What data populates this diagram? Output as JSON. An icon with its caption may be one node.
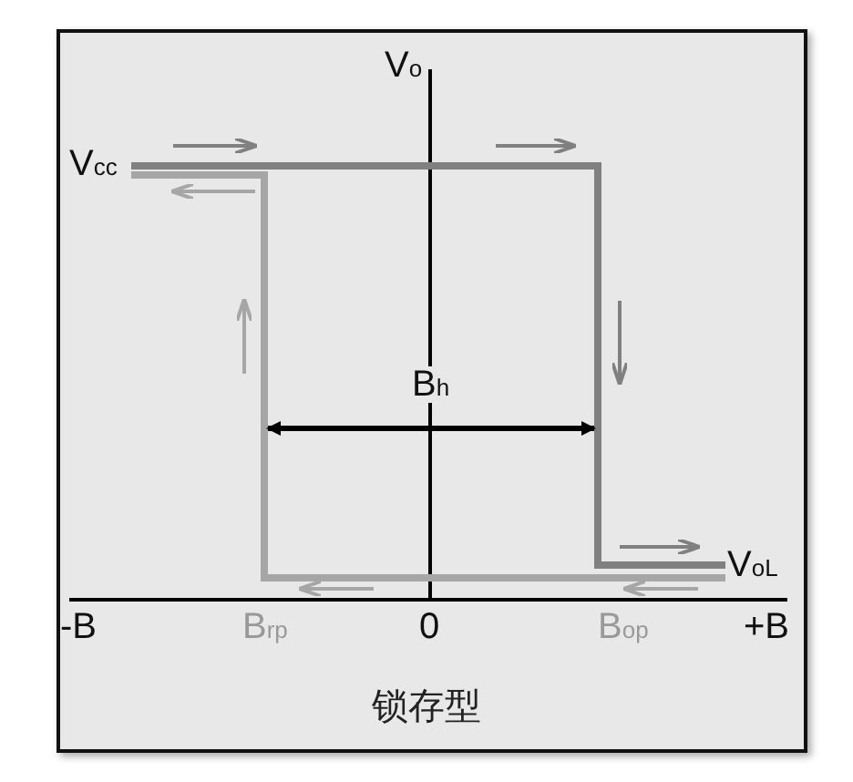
{
  "diagram": {
    "caption": "锁存型",
    "labels": [
      "V$_{o}$",
      "V$_{cc}$",
      "V$_{oL}$",
      "B$_{h}$",
      "-B",
      "B$_{rp}$",
      "0",
      "B$_{op}$",
      "+B"
    ]
  }
}
